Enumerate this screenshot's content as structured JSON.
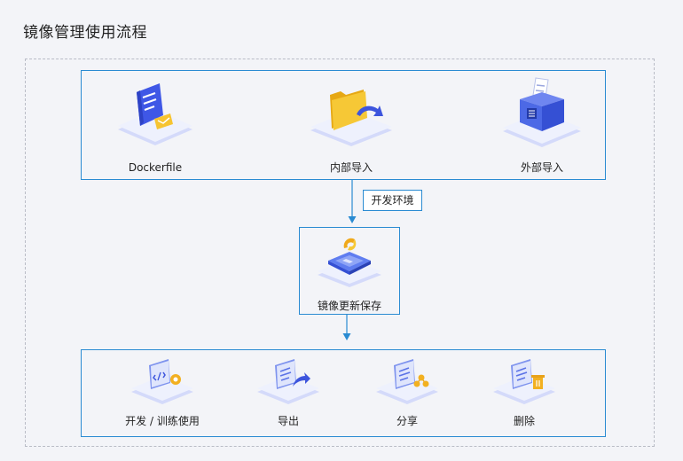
{
  "title": "镜像管理使用流程",
  "sources": [
    {
      "label": "Dockerfile",
      "icon": "document-icon"
    },
    {
      "label": "内部导入",
      "icon": "folder-import-icon"
    },
    {
      "label": "外部导入",
      "icon": "upload-box-icon"
    }
  ],
  "edge_label": "开发环境",
  "center": {
    "label": "镜像更新保存",
    "icon": "image-save-icon"
  },
  "actions": [
    {
      "label": "开发 / 训练使用",
      "icon": "code-gear-icon"
    },
    {
      "label": "导出",
      "icon": "export-icon"
    },
    {
      "label": "分享",
      "icon": "share-icon"
    },
    {
      "label": "删除",
      "icon": "delete-icon"
    }
  ],
  "colors": {
    "accent": "#2a8bd2",
    "icon_blue": "#3d5be0",
    "folder": "#f5c430",
    "tile": "#e4e8fb"
  }
}
